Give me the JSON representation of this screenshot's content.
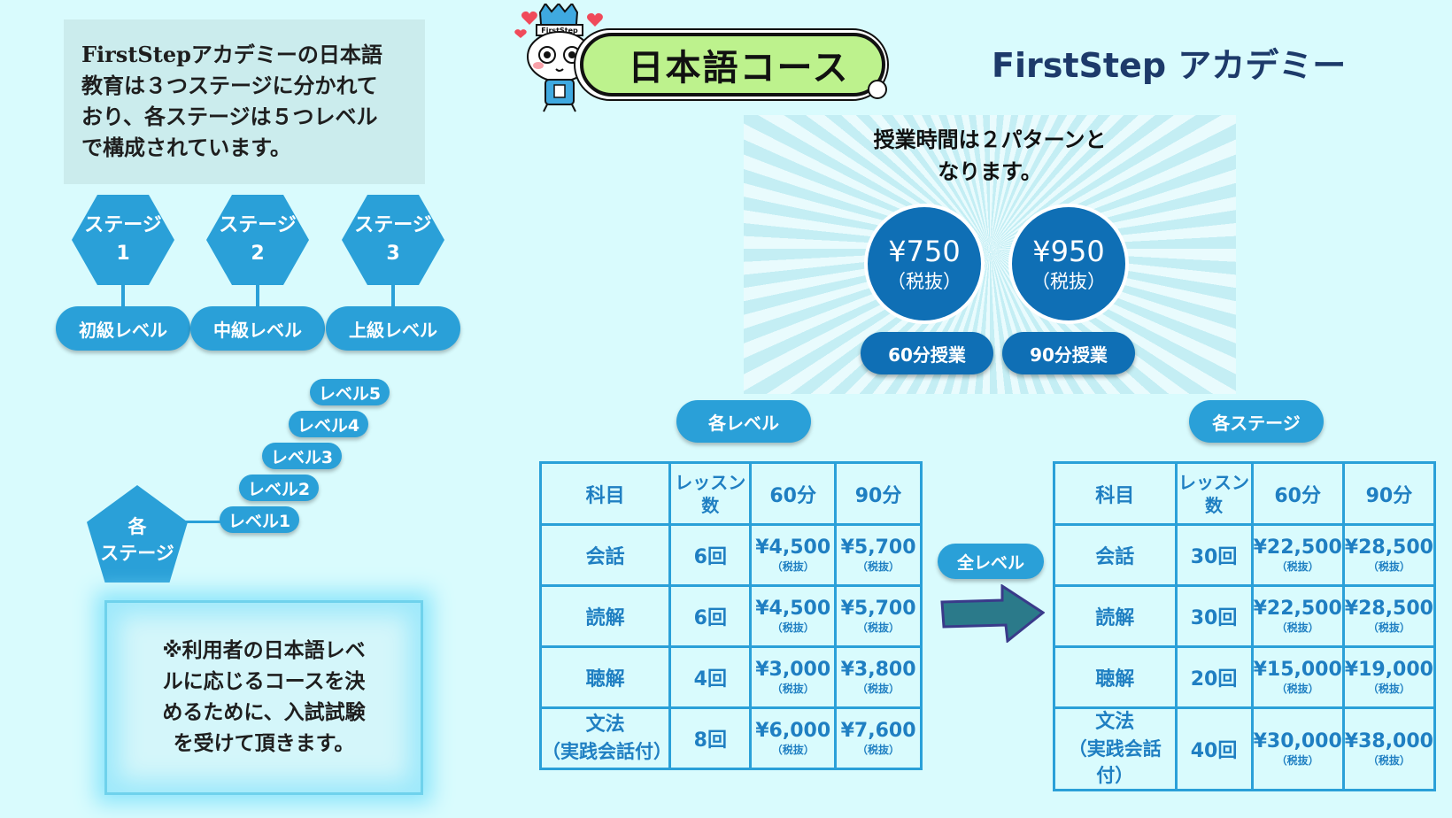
{
  "intro": {
    "lines": [
      "FirstStepアカデミーの日本語",
      "教育は３つステージに分かれて",
      "おり、各ステージは５つレベル",
      "で構成されています。"
    ]
  },
  "stages": [
    {
      "label1": "ステージ",
      "label2": "1",
      "level": "初級レベル"
    },
    {
      "label1": "ステージ",
      "label2": "2",
      "level": "中級レベル"
    },
    {
      "label1": "ステージ",
      "label2": "3",
      "level": "上級レベル"
    }
  ],
  "levels": [
    "レベル5",
    "レベル4",
    "レベル3",
    "レベル2",
    "レベル1"
  ],
  "each_stage": {
    "line1": "各",
    "line2": "ステージ"
  },
  "note": {
    "lines": [
      "※利用者の日本語レベ",
      "ルに応じるコースを決",
      "めるために、入試試験",
      "を受けて頂きます。"
    ]
  },
  "mascot": {
    "label": "FirstStep"
  },
  "header": {
    "course_title": "日本語コース",
    "academy_name": "FirstStep アカデミー"
  },
  "pricing": {
    "title_line1": "授業時間は２パターンと",
    "title_line2": "なります。",
    "options": [
      {
        "price": "¥750",
        "tax": "（税抜）",
        "duration": "60分授業"
      },
      {
        "price": "¥950",
        "tax": "（税抜）",
        "duration": "90分授業"
      }
    ]
  },
  "level_table": {
    "tag": "各レベル",
    "headers": {
      "subject": "科目",
      "lessons_1": "レッスン",
      "lessons_2": "数",
      "min60": "60分",
      "min90": "90分"
    },
    "rows": [
      {
        "subject": "会話",
        "subject_sub": "",
        "lessons": "6回",
        "p60": "¥4,500",
        "p90": "¥5,700",
        "tax": "（税抜）"
      },
      {
        "subject": "読解",
        "subject_sub": "",
        "lessons": "6回",
        "p60": "¥4,500",
        "p90": "¥5,700",
        "tax": "（税抜）"
      },
      {
        "subject": "聴解",
        "subject_sub": "",
        "lessons": "4回",
        "p60": "¥3,000",
        "p90": "¥3,800",
        "tax": "（税抜）"
      },
      {
        "subject": "文法",
        "subject_sub": "（実践会話付）",
        "lessons": "8回",
        "p60": "¥6,000",
        "p90": "¥7,600",
        "tax": "（税抜）"
      }
    ]
  },
  "all_levels_label": "全レベル",
  "stage_table": {
    "tag": "各ステージ",
    "headers": {
      "subject": "科目",
      "lessons_1": "レッスン",
      "lessons_2": "数",
      "min60": "60分",
      "min90": "90分"
    },
    "rows": [
      {
        "subject": "会話",
        "subject_sub": "",
        "lessons": "30回",
        "p60": "¥22,500",
        "p90": "¥28,500",
        "tax": "（税抜）"
      },
      {
        "subject": "読解",
        "subject_sub": "",
        "lessons": "30回",
        "p60": "¥22,500",
        "p90": "¥28,500",
        "tax": "（税抜）"
      },
      {
        "subject": "聴解",
        "subject_sub": "",
        "lessons": "20回",
        "p60": "¥15,000",
        "p90": "¥19,000",
        "tax": "（税抜）"
      },
      {
        "subject": "文法",
        "subject_sub": "（実践会話付）",
        "lessons": "40回",
        "p60": "¥30,000",
        "p90": "¥38,000",
        "tax": "（税抜）"
      }
    ]
  },
  "colors": {
    "background": "#d9fbfd",
    "accent": "#2aa0d8",
    "dark_blue": "#0f6fb5",
    "title_green": "#bdf28d",
    "academy_text": "#1d3a6a"
  }
}
